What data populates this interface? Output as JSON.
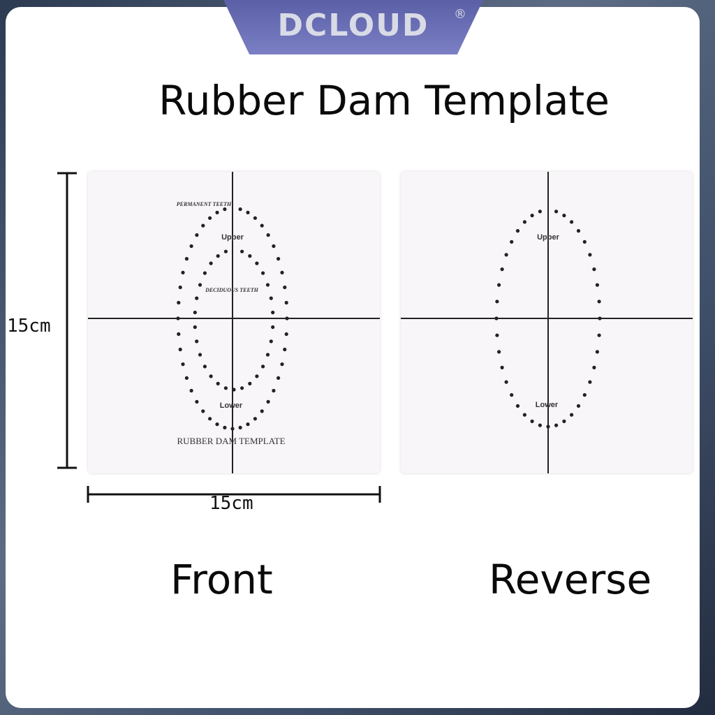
{
  "brand": {
    "name": "DCLOUD",
    "registered_mark": "®"
  },
  "title": "Rubber Dam Template",
  "dimensions": {
    "height_label": "15cm",
    "width_label": "15cm"
  },
  "front": {
    "side_label": "Front",
    "permanent_teeth_label": "PERMANENT TEETH",
    "deciduous_teeth_label": "DECIDUOUS TEETH",
    "upper_label": "Upper",
    "lower_label": "Lower",
    "template_name": "RUBBER DAM TEMPLATE"
  },
  "reverse": {
    "side_label": "Reverse",
    "upper_label": "Upper",
    "lower_label": "Lower"
  },
  "colors": {
    "logo_tab": "#6b6fb6",
    "dots": "#222222",
    "ink": "#0a0a0a"
  }
}
